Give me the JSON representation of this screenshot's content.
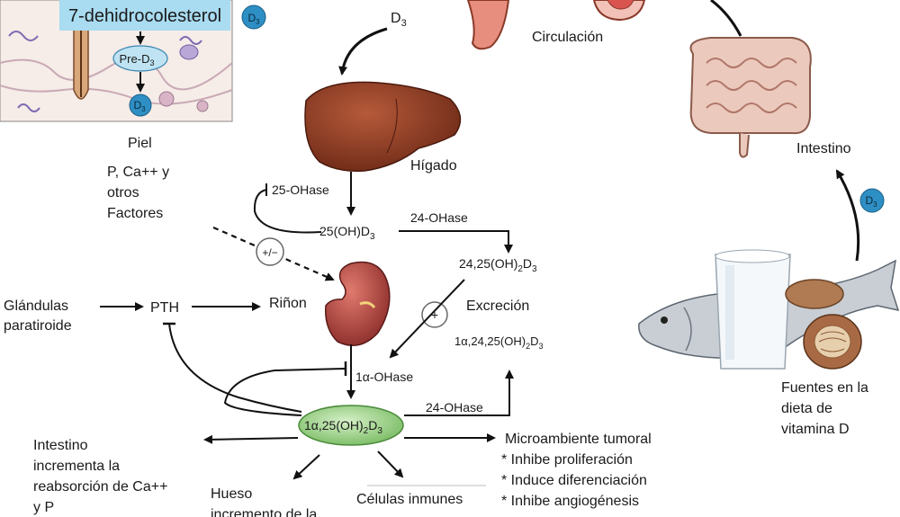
{
  "skin": {
    "precursor": "7-dehidrocolesterol",
    "pre_d3": "Pre-D",
    "d3": "D",
    "label": "Piel"
  },
  "factors": [
    "P, Ca++ y",
    "otros",
    "Factores"
  ],
  "circulation": {
    "d3": "D",
    "label": "Circulación"
  },
  "liver": {
    "label": "Hígado",
    "enzyme": "25-OHase",
    "product": "25(OH)D"
  },
  "enzyme_24_top": "24-OHase",
  "metabolite_2425": "24,25(OH)",
  "modulator": "+/−",
  "kidney": {
    "label": "Riñon",
    "enzyme": "1α-OHase"
  },
  "parathyroid": [
    "Glándulas",
    "paratiroide"
  ],
  "pth": "PTH",
  "excretion": {
    "plus": "+",
    "label": "Excreción",
    "product": "1α,24,25(OH)"
  },
  "active_form": {
    "text": "1α,25(OH)",
    "enzyme": "24-OHase"
  },
  "intestine": "Intestino",
  "d3_badge": "D",
  "food_sources": [
    "Fuentes en la",
    "dieta de",
    "vitamina D"
  ],
  "effects": {
    "intestine": [
      "Intestino",
      "incrementa la",
      "reabsorción de Ca++",
      "y P"
    ],
    "bone": [
      "Hueso",
      "incremento de la"
    ],
    "immune": "Células inmunes",
    "tumor": [
      "Microambiente tumoral",
      "* Inhibe proliferación",
      "* Induce diferenciación",
      "* Inhibe angiogénesis"
    ]
  },
  "colors": {
    "blue_badge": "#2e8fc4",
    "light_blue": "#bfe3f3",
    "liver": "#8a3a22",
    "kidney": "#b0413a",
    "green_ellipse": "#9fd08a",
    "intestine": "#e9c9bd"
  }
}
